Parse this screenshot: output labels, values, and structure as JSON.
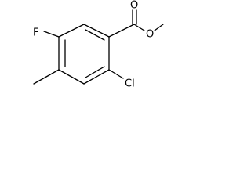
{
  "molecule": {
    "atom_labels": {
      "fluorine": "F",
      "chlorine": "Cl",
      "carbonyl_oxygen": "O",
      "ester_oxygen": "O"
    }
  }
}
